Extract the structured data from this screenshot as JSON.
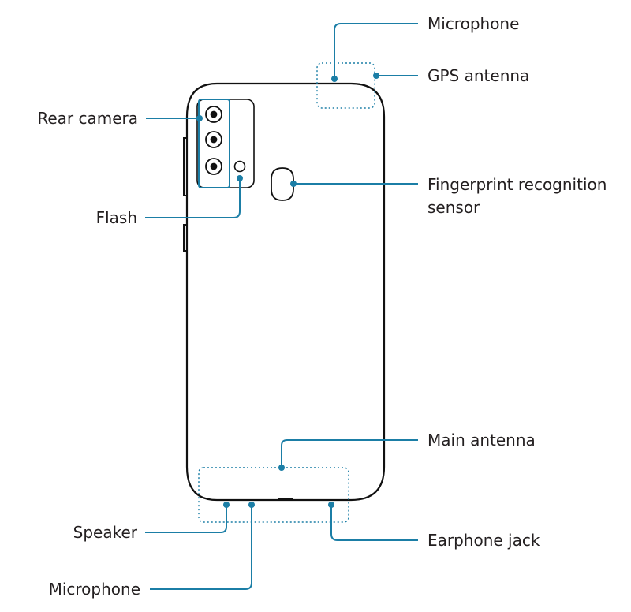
{
  "colors": {
    "leader": "#1b7ea6",
    "outline": "#111111",
    "text": "#231f20"
  },
  "labels": {
    "microphone_top": "Microphone",
    "gps_antenna": "GPS antenna",
    "rear_camera": "Rear camera",
    "fingerprint": "Fingerprint recognition sensor",
    "flash": "Flash",
    "main_antenna": "Main antenna",
    "speaker": "Speaker",
    "earphone_jack": "Earphone jack",
    "microphone_bottom": "Microphone"
  }
}
